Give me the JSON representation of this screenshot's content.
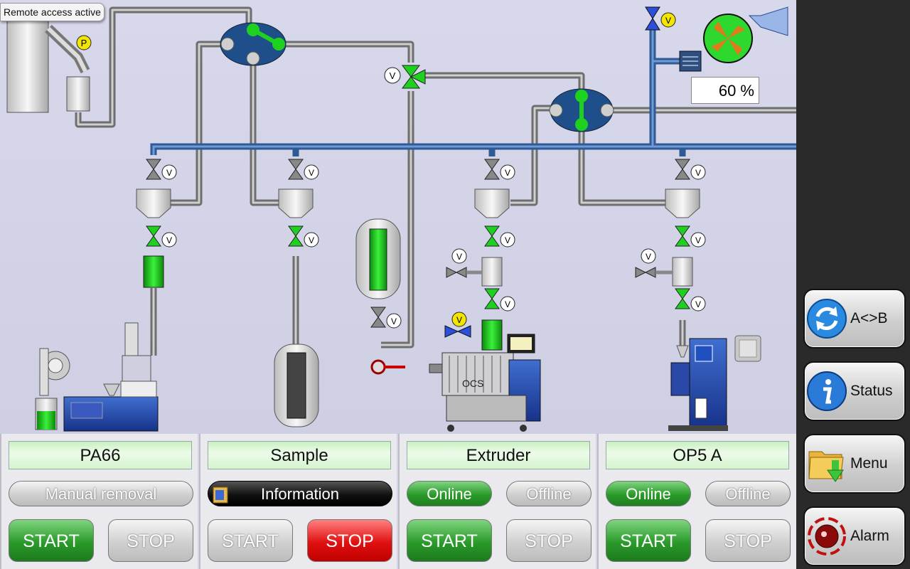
{
  "remote_status": "Remote access active",
  "fan": {
    "speed_percent": "60 %"
  },
  "valve_marker": "V",
  "pressure_marker": "P",
  "extruder_brand": "OCS",
  "sidebar": {
    "items": [
      {
        "label": "A<>B",
        "icon": "swap-arrows-icon"
      },
      {
        "label": "Status",
        "icon": "info-icon"
      },
      {
        "label": "Menu",
        "icon": "folder-download-icon"
      },
      {
        "label": "Alarm",
        "icon": "alarm-siren-icon"
      }
    ]
  },
  "panels": [
    {
      "title": "PA66",
      "mode": "Manual removal",
      "start": "START",
      "stop": "STOP"
    },
    {
      "title": "Sample",
      "mode": "Information",
      "start": "START",
      "stop": "STOP"
    },
    {
      "title": "Extruder",
      "online": "Online",
      "offline": "Offline",
      "start": "START",
      "stop": "STOP"
    },
    {
      "title": "OP5 A",
      "online": "Online",
      "offline": "Offline",
      "start": "START",
      "stop": "STOP"
    }
  ],
  "colors": {
    "active_green": "#1fd11f",
    "pipe_gray": "#8a8a8a",
    "pipe_blue": "#3a6aa8",
    "sidebar_bg": "#2a2a2a",
    "stop_red": "#e01010"
  }
}
